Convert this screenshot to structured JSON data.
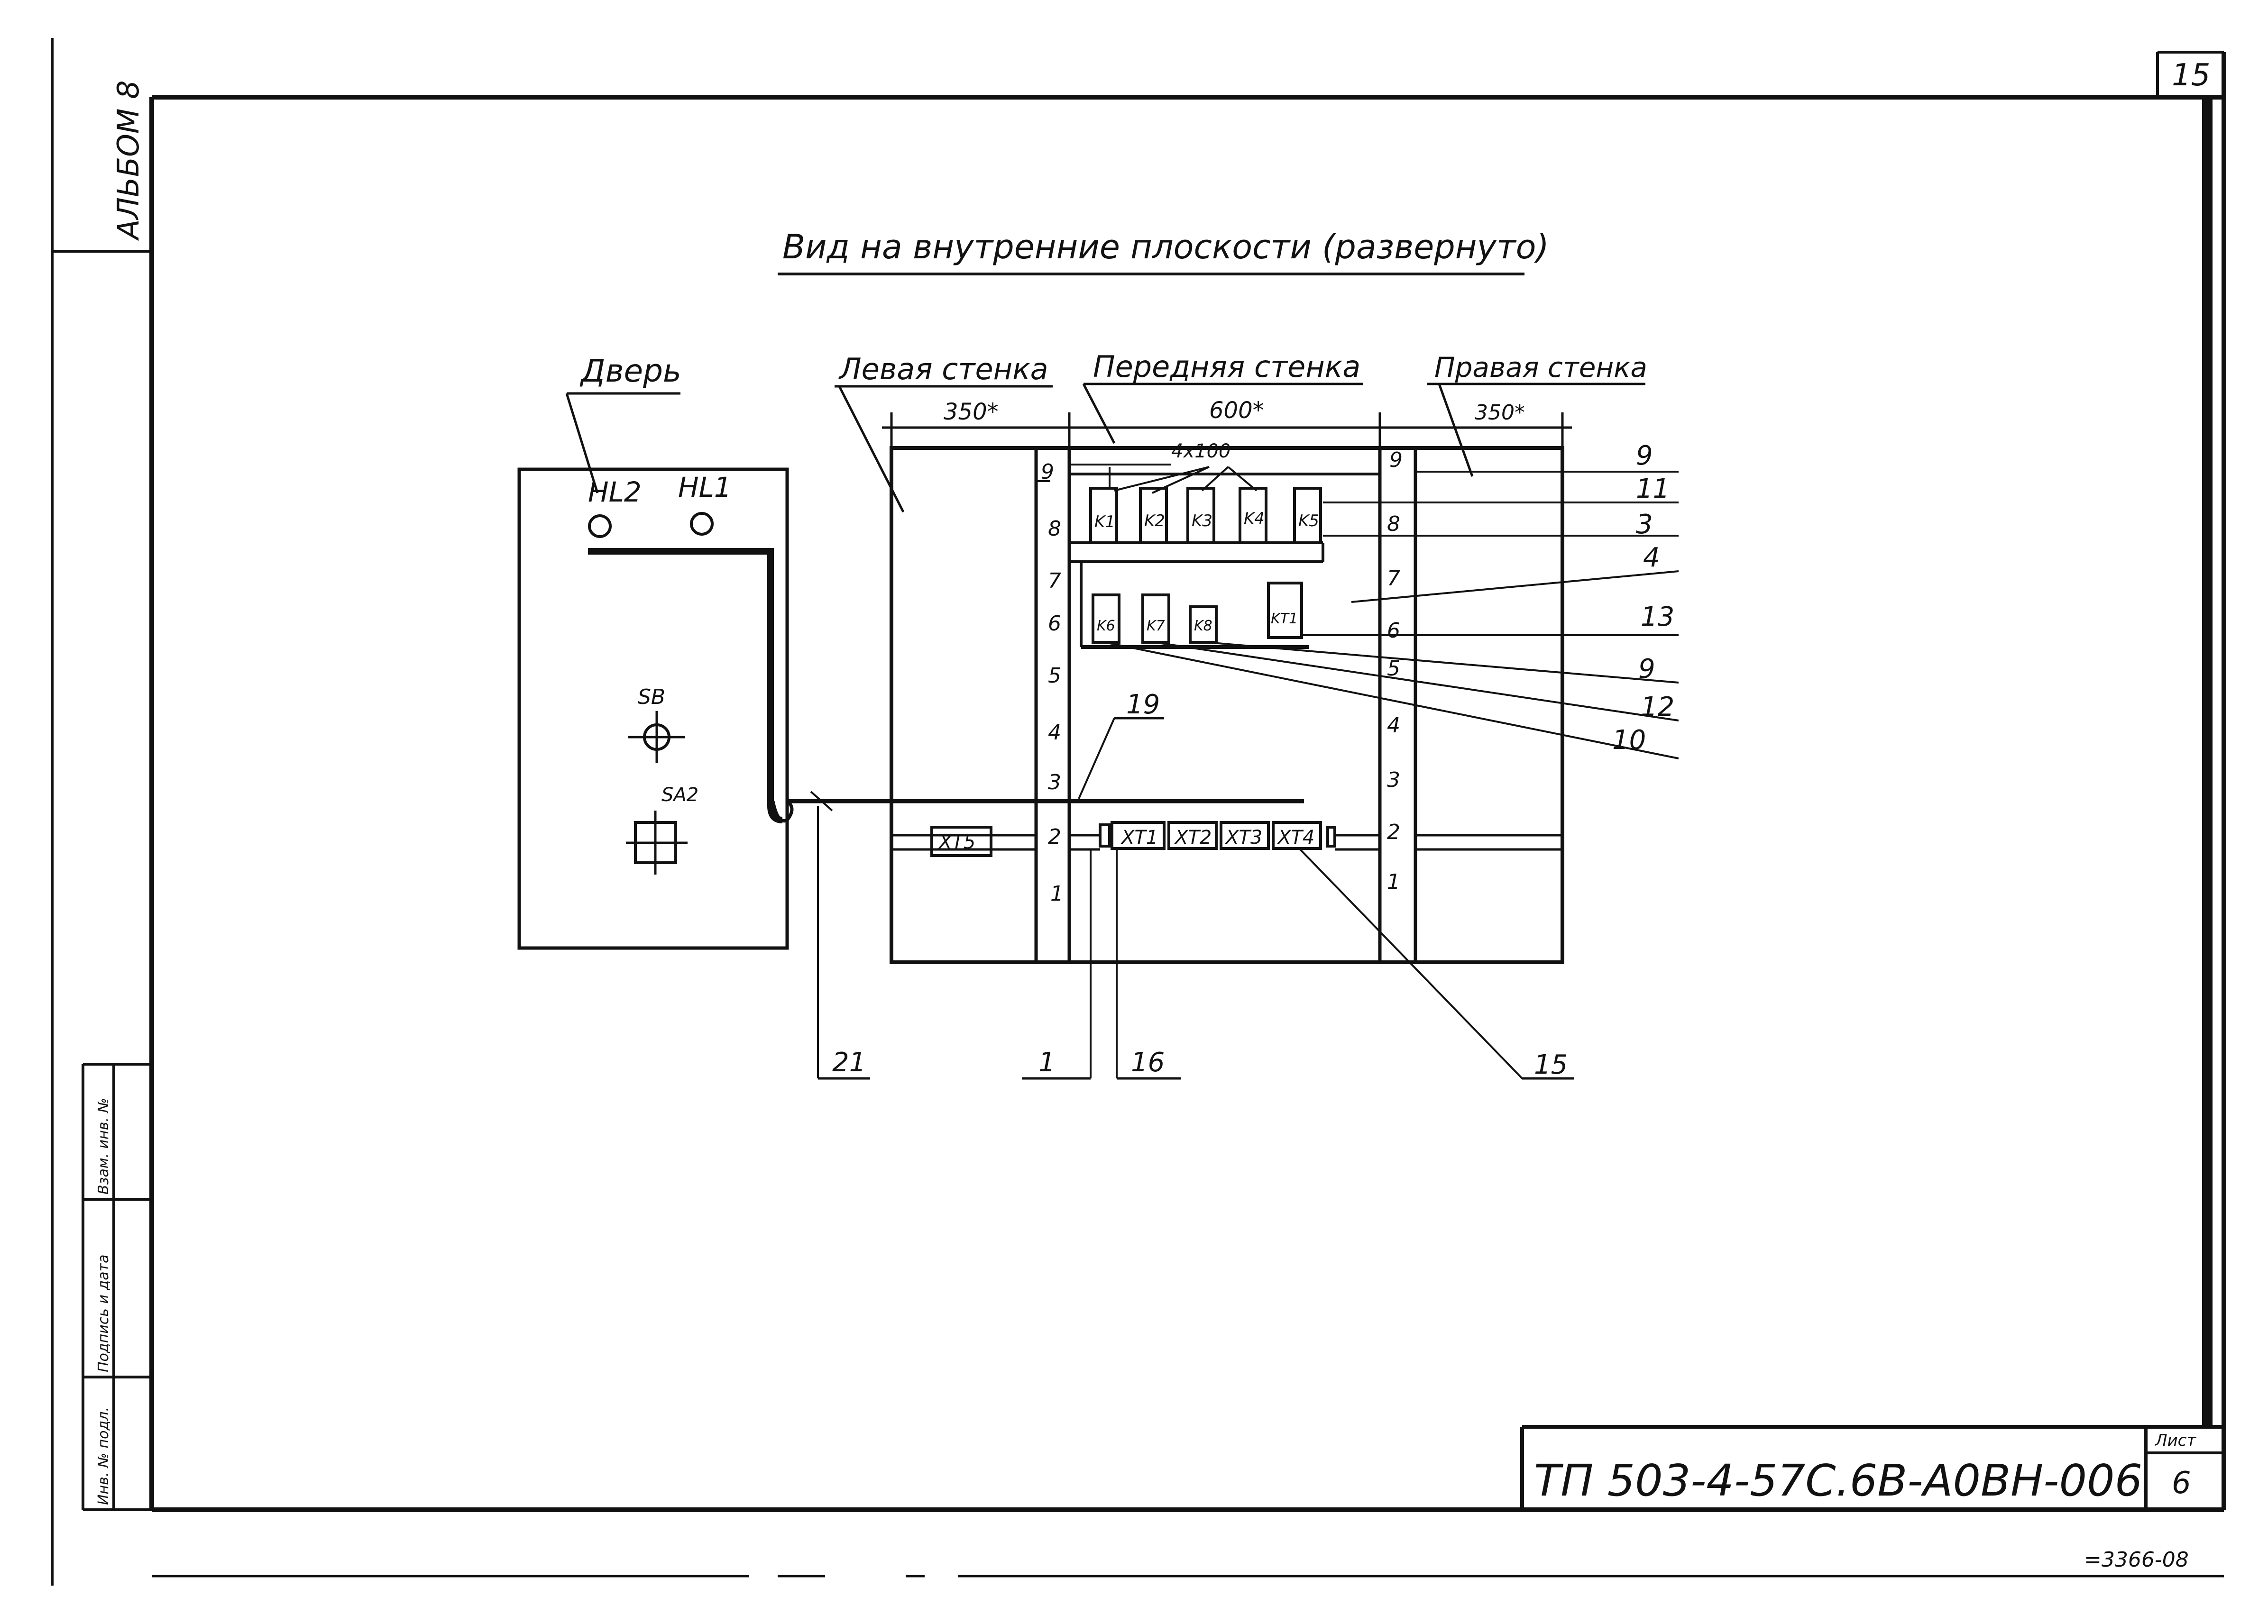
{
  "album": "АЛЬБОМ 8",
  "sheet_number_top": "15",
  "title": "Вид на внутренние плоскости (развернуто)",
  "door": {
    "label": "Дверь",
    "lamps": [
      "HL2",
      "HL1"
    ],
    "button": "SB",
    "switch": "SA2"
  },
  "walls": {
    "left": {
      "label": "Левая стенка",
      "dim": "350*"
    },
    "front": {
      "label": "Передняя стенка",
      "dim": "600*",
      "pitch": "4x100"
    },
    "right": {
      "label": "Правая стенка",
      "dim": "350*"
    }
  },
  "rail_scale": [
    "9",
    "8",
    "7",
    "6",
    "5",
    "4",
    "3",
    "2",
    "1"
  ],
  "relays_top": [
    "K1",
    "K2",
    "K3",
    "K4",
    "K5"
  ],
  "relays_mid": [
    "K6",
    "K7",
    "K8",
    "KT1"
  ],
  "terminals": [
    "XT1",
    "XT2",
    "XT3",
    "XT4"
  ],
  "terminal_left": "XT5",
  "callouts_right": [
    "9",
    "11",
    "3",
    "4",
    "13",
    "9",
    "12",
    "10"
  ],
  "callouts_bottom": [
    "21",
    "1",
    "16",
    "15",
    "19"
  ],
  "sidebar_labels": [
    "Инв. № подл.",
    "Подпись и дата",
    "Взам. инв. №"
  ],
  "stamp": {
    "code": "ТП 503-4-57С.6В-А0ВН-006",
    "sheet_label": "Лист",
    "sheet_value": "6"
  },
  "footer_code": "=3366-08"
}
